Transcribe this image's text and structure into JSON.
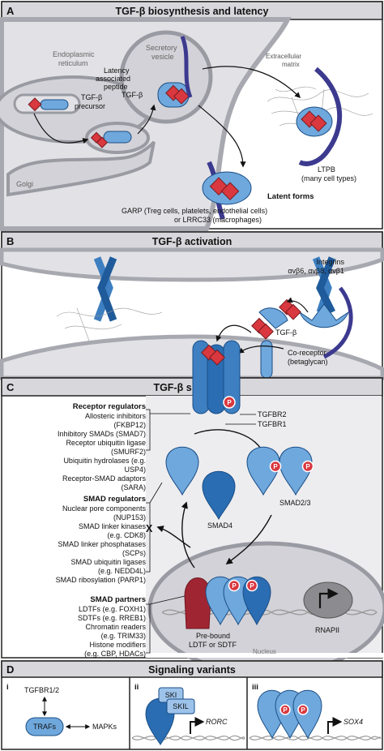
{
  "panelA": {
    "letter": "A",
    "title": "TGF-β biosynthesis and latency",
    "er": "Endoplasmic\nreticulum",
    "precursor": "TGF-β\nprecursor",
    "golgi": "Golgi",
    "vesicle": "Secretory\nvesicle",
    "lap": "Latency\nassociated\npeptide",
    "tgfb": "TGF-β",
    "ecm": "Extracellular\nmatrix",
    "ltpb": "LTPB\n(many cell types)",
    "latent": "Latent forms",
    "garp": "GARP (Treg cells, platelets, endothelial cells)\nor LRRC33 (macrophages)"
  },
  "panelB": {
    "letter": "B",
    "title": "TGF-β activation",
    "integrins": "Integrins\nαvβ6, αvβ8, αvβ1",
    "tgfb": "TGF-β",
    "coreceptor": "Co-receptor\n(betaglycan)"
  },
  "panelC": {
    "letter": "C",
    "title": "TGF-β signaling",
    "tgfbr2": "TGFBR2",
    "tgfbr1": "TGFBR1",
    "receptor_regulators_title": "Receptor regulators",
    "receptor_regulators": "Allosteric inhibitors\n(FKBP12)\nInhibitory SMADs (SMAD7)\nReceptor ubiquitin ligase\n(SMURF2)\nUbiquitin hydrolases (e.g.\nUSP4)\nReceptor-SMAD adaptors\n(SARA)",
    "smad_regulators_title": "SMAD regulators",
    "smad_regulators": "Nuclear pore components\n(NUP153)\nSMAD linker kinases\n(e.g. CDK8)\nSMAD linker phosphatases\n(SCPs)\nSMAD ubiquitin ligases\n(e.g. NEDD4L)\nSMAD ribosylation (PARP1)",
    "smad_partners_title": "SMAD partners",
    "smad_partners": "LDTFs (e.g. FOXH1)\nSDTFs (e.g. RREB1)\nChromatin readers\n(e.g. TRIM33)\nHistone modifiers\n(e.g. CBP, HDACs)",
    "smad4": "SMAD4",
    "smad23": "SMAD2/3",
    "x": "X",
    "prebound": "Pre-bound\nLDTF or SDTF",
    "rnapii": "RNAPII",
    "nucleus": "Nucleus",
    "p": "P"
  },
  "panelD": {
    "letter": "D",
    "title": "Signaling variants",
    "i": "i",
    "ii": "ii",
    "iii": "iii",
    "tgfbr12": "TGFBR1/2",
    "trafs": "TRAFs",
    "mapks": "MAPKs",
    "ski": "SKI",
    "skil": "SKIL",
    "rorc": "RORC",
    "sox4": "SOX4"
  },
  "colors": {
    "light_blue": "#6fa8dc",
    "mid_blue": "#3d7fc1",
    "dark_blue": "#2a6db3",
    "ltgf_red": "#d9383f",
    "purple": "#3c3a8f",
    "membrane_gray": "#d3d3d8",
    "dark_red": "#a02533"
  }
}
